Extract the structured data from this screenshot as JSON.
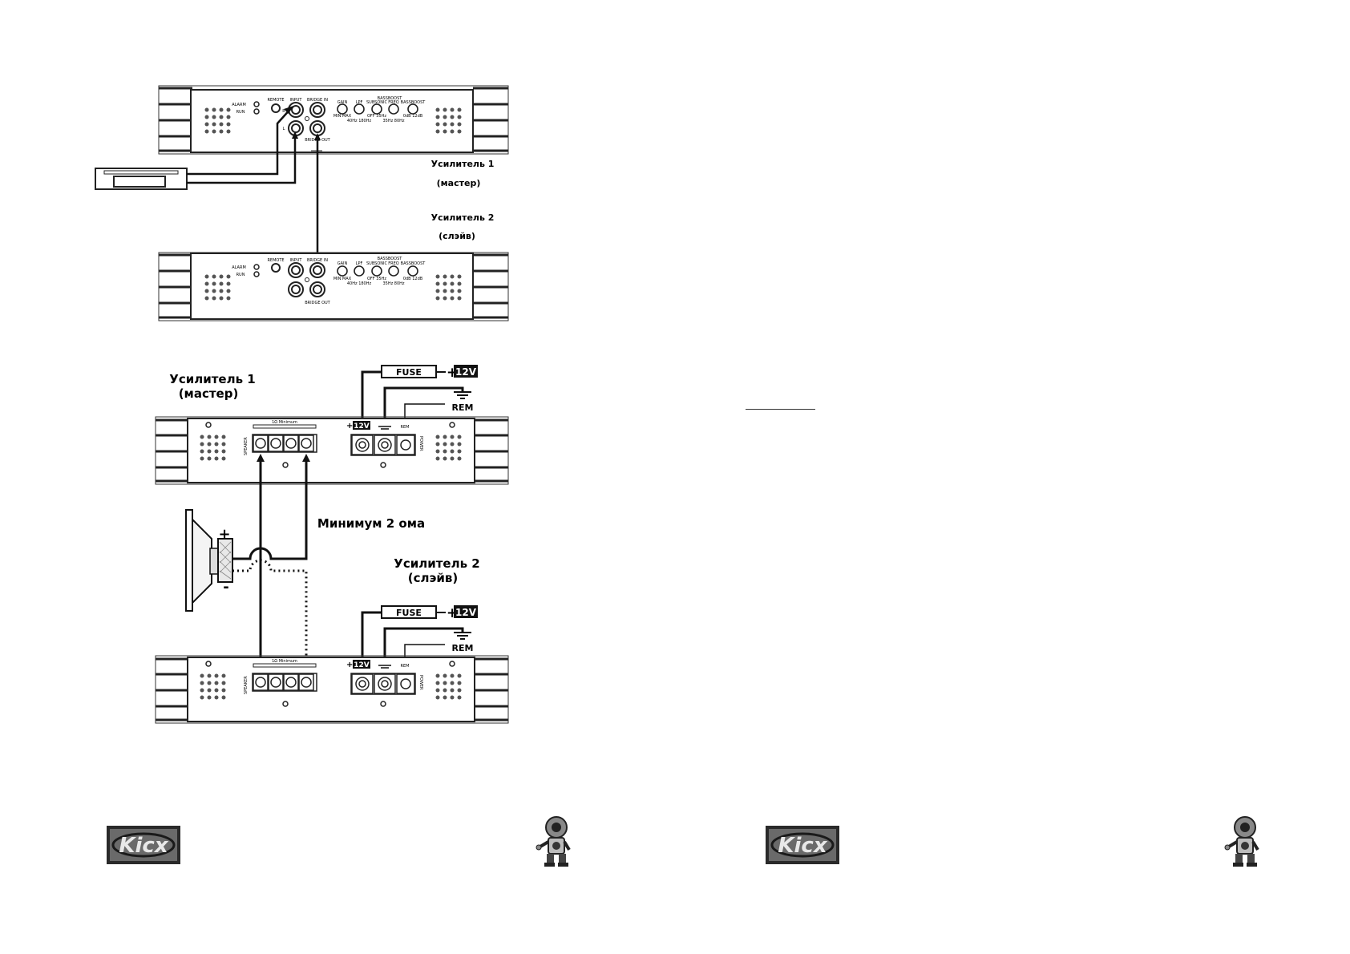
{
  "top_diagram": {
    "amp1_title": "Усилитель 1",
    "amp1_role": "(мастер)",
    "amp2_title": "Усилитель 2",
    "amp2_role": "(слэйв)",
    "panel": {
      "alarm": "ALARM",
      "run": "RUN",
      "remote": "REMOTE",
      "input": "INPUT",
      "bridge_in": "BRIDGE IN",
      "bridge_out": "BRIDGE OUT",
      "r": "R",
      "l": "L",
      "gain": "GAIN",
      "gain_range": "MIN  MAX",
      "lpf": "LPF",
      "lpf_range": "40Hz 180Hz",
      "subsonic": "SUBSONIC",
      "subsonic_range": "OFF 35Hz",
      "bassboost": "BASSBOOST",
      "freq": "FREQ",
      "freq_range": "35Hz 80Hz",
      "bassboost2": "BASSBOOST",
      "bass_range": "0dB 12dB"
    }
  },
  "bottom_diagram": {
    "amp1_title": "Усилитель 1",
    "amp1_role": "(мастер)",
    "amp2_title": "Усилитель 2",
    "amp2_role": "(слэйв)",
    "min_ohm": "Минимум 2 ома",
    "fuse": "FUSE",
    "battery": "12V",
    "plus": "+",
    "rem": "REM",
    "speaker": "SPEAKER",
    "power": "POWER",
    "minimum": "1Ω Minimum",
    "speaker_plus": "+",
    "speaker_minus": "-"
  },
  "footer": {
    "logo_text": "Kicx"
  }
}
